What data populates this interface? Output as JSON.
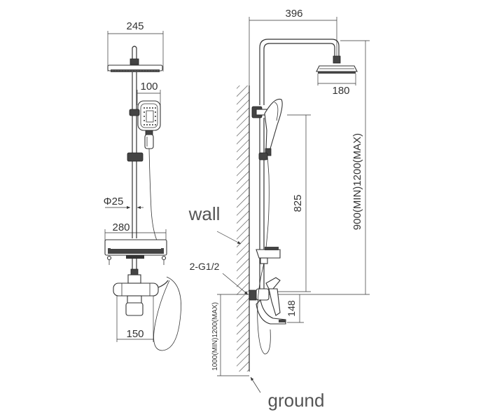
{
  "front_view": {
    "head_width": "245",
    "handheld_width": "100",
    "pipe_diameter": "Φ25",
    "shelf_width": "280",
    "mixer_width": "150"
  },
  "side_view": {
    "projection": "396",
    "head_diameter": "180",
    "height_range": "900(MIN)1200(MAX)",
    "bar_length": "825",
    "inlet": "2-G1/2",
    "spout_height": "148",
    "mount_height": "1000(MIN)1200(MAX)",
    "wall_label": "wall",
    "ground_label": "ground"
  }
}
